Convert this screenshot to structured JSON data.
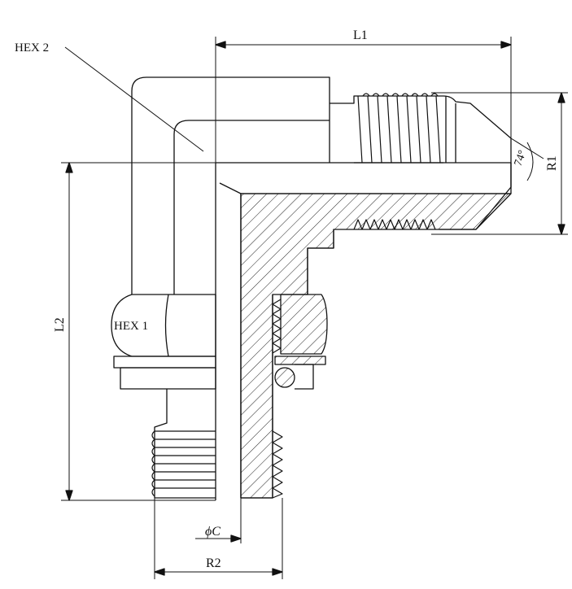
{
  "labels": {
    "hex2": "HEX 2",
    "hex1": "HEX 1",
    "l1": "L1",
    "l2": "L2",
    "r1": "R1",
    "r2": "R2",
    "angle": "74°",
    "diameter": "ϕC"
  },
  "colors": {
    "line": "#111111",
    "background": "#ffffff"
  }
}
